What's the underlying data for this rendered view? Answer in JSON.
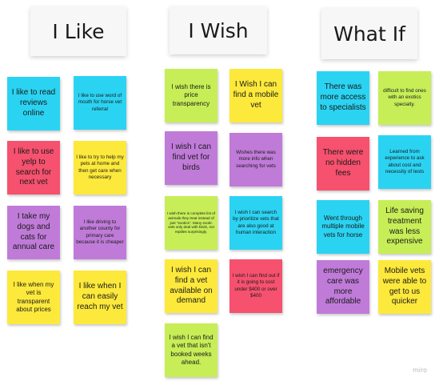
{
  "columns": {
    "like": "I Like",
    "wish": "I Wish",
    "whatif": "What If"
  },
  "notes": {
    "like": [
      "I like to read reviews online",
      "I like to use word of mouth for horse vet referral",
      "I like to use yelp to search for next vet",
      "I like to try to help my pets at home and then get care when necessary",
      "I take my dogs and cats for annual care",
      "I like driving to another county for primary care because it is cheaper",
      "I like when my vet is transparent about prices",
      "I like when I can easily reach my vet"
    ],
    "wish": [
      "I wish there is price transparency",
      "I Wish I can find a mobile vet",
      "I wish I can find vet for birds",
      "Wishes there was more info when searching for vets",
      "I wish there is complete list of animals they treat instead of just \"exotics\". Many exotic vets only deal with birds, not reptiles surprisingly.",
      "I wish I can search by prioritize vets that are also good at human interaction",
      "I wish I can find a vet available on demand",
      "I wish I can find out if it is going to cost under $400 or over $400",
      "I wish I can find a vet that isn't booked weeks ahead."
    ],
    "whatif": [
      "There was more access to specialists",
      "difficult to find ones with an exotics specialty.",
      "There were no hidden fees",
      "Learned from experience to ask about cost and necessity of tests",
      "Went through multiple mobile vets for horse",
      "Life saving treatment was less expensive",
      "emergency care was more affordable",
      "Mobile vets were able to get to us quicker"
    ]
  },
  "watermark": "miro",
  "colors": {
    "cyan": "#2bd3f2",
    "yellow": "#fde93b",
    "pink": "#f6516e",
    "purple": "#c07bd9",
    "green": "#c7ee57"
  }
}
